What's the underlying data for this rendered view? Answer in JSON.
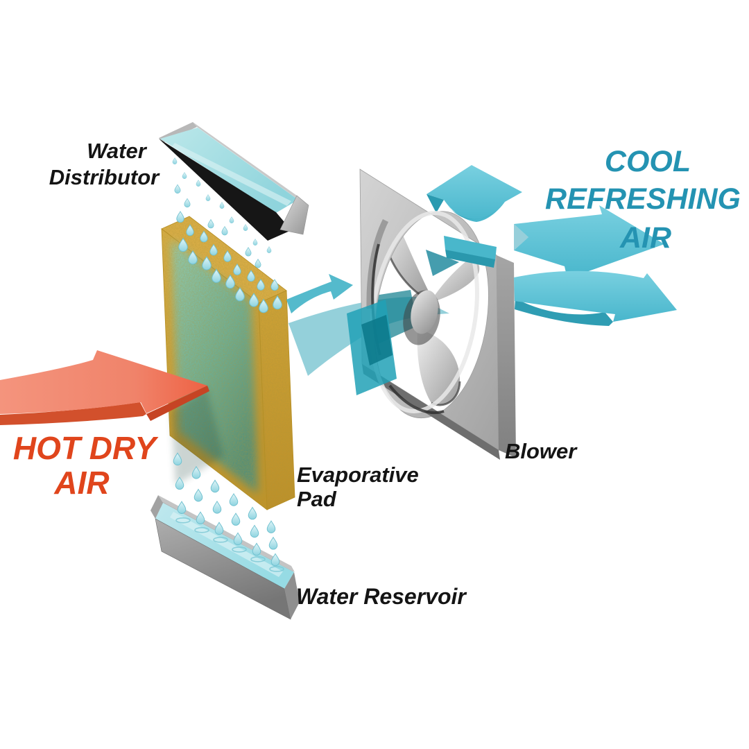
{
  "labels": {
    "water_distributor": {
      "line1": "Water",
      "line2": "Distributor"
    },
    "hot_air": {
      "line1": "HOT DRY",
      "line2": "AIR"
    },
    "evaporative_pad": {
      "line1": "Evaporative",
      "line2": "Pad"
    },
    "blower": {
      "label": "Blower"
    },
    "water_reservoir": {
      "label": "Water Reservoir"
    },
    "cool_air": {
      "line1": "COOL",
      "line2": "REFRESHING",
      "line3": "AIR"
    }
  },
  "colors": {
    "label_text": "#141414",
    "hot_text": "#e0451c",
    "hot_arrow": "#f08a6e",
    "hot_arrow_dark": "#d2502c",
    "cool_text": "#2493b2",
    "cool_arrow": "#5cc3d8",
    "cool_arrow_dark": "#2f9fb5",
    "entry_arrow_teal": "#2aa2b6",
    "pad_gold": "#d2a534",
    "pad_wet": "#5fae9b",
    "water": "#aee2e6",
    "metal_gray": "#bcbcbc",
    "trough_black": "#161616"
  }
}
